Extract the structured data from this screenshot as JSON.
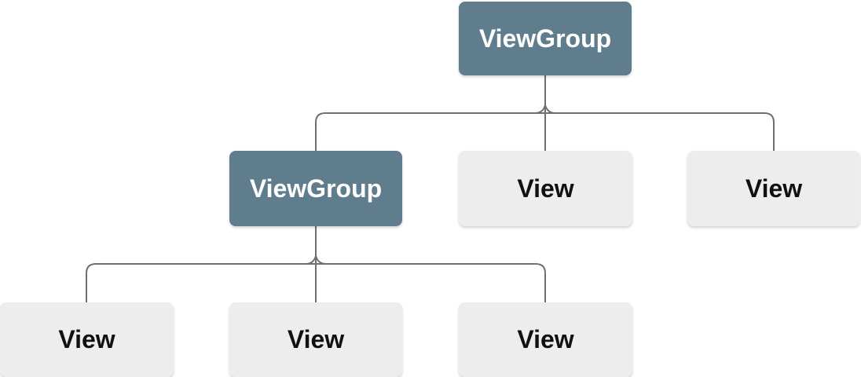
{
  "title": "View hierarchy tree diagram",
  "colors": {
    "background": "#ffffff",
    "viewgroup_fill": "#5f7d8c",
    "viewgroup_text": "#ffffff",
    "view_fill": "#ededed",
    "view_text": "#111111",
    "connector": "#6f6f6f"
  },
  "diagram": {
    "type": "tree",
    "nodes": [
      {
        "id": "viewgroup-root",
        "label": "ViewGroup",
        "kind": "viewgroup"
      },
      {
        "id": "viewgroup-child",
        "label": "ViewGroup",
        "kind": "viewgroup"
      },
      {
        "id": "view-child-middle",
        "label": "View",
        "kind": "view"
      },
      {
        "id": "view-child-right",
        "label": "View",
        "kind": "view"
      },
      {
        "id": "view-grandchild-left",
        "label": "View",
        "kind": "view"
      },
      {
        "id": "view-grandchild-middle",
        "label": "View",
        "kind": "view"
      },
      {
        "id": "view-grandchild-right",
        "label": "View",
        "kind": "view"
      }
    ],
    "edges": [
      {
        "from": "viewgroup-root",
        "to": "viewgroup-child"
      },
      {
        "from": "viewgroup-root",
        "to": "view-child-middle"
      },
      {
        "from": "viewgroup-root",
        "to": "view-child-right"
      },
      {
        "from": "viewgroup-child",
        "to": "view-grandchild-left"
      },
      {
        "from": "viewgroup-child",
        "to": "view-grandchild-middle"
      },
      {
        "from": "viewgroup-child",
        "to": "view-grandchild-right"
      }
    ]
  }
}
